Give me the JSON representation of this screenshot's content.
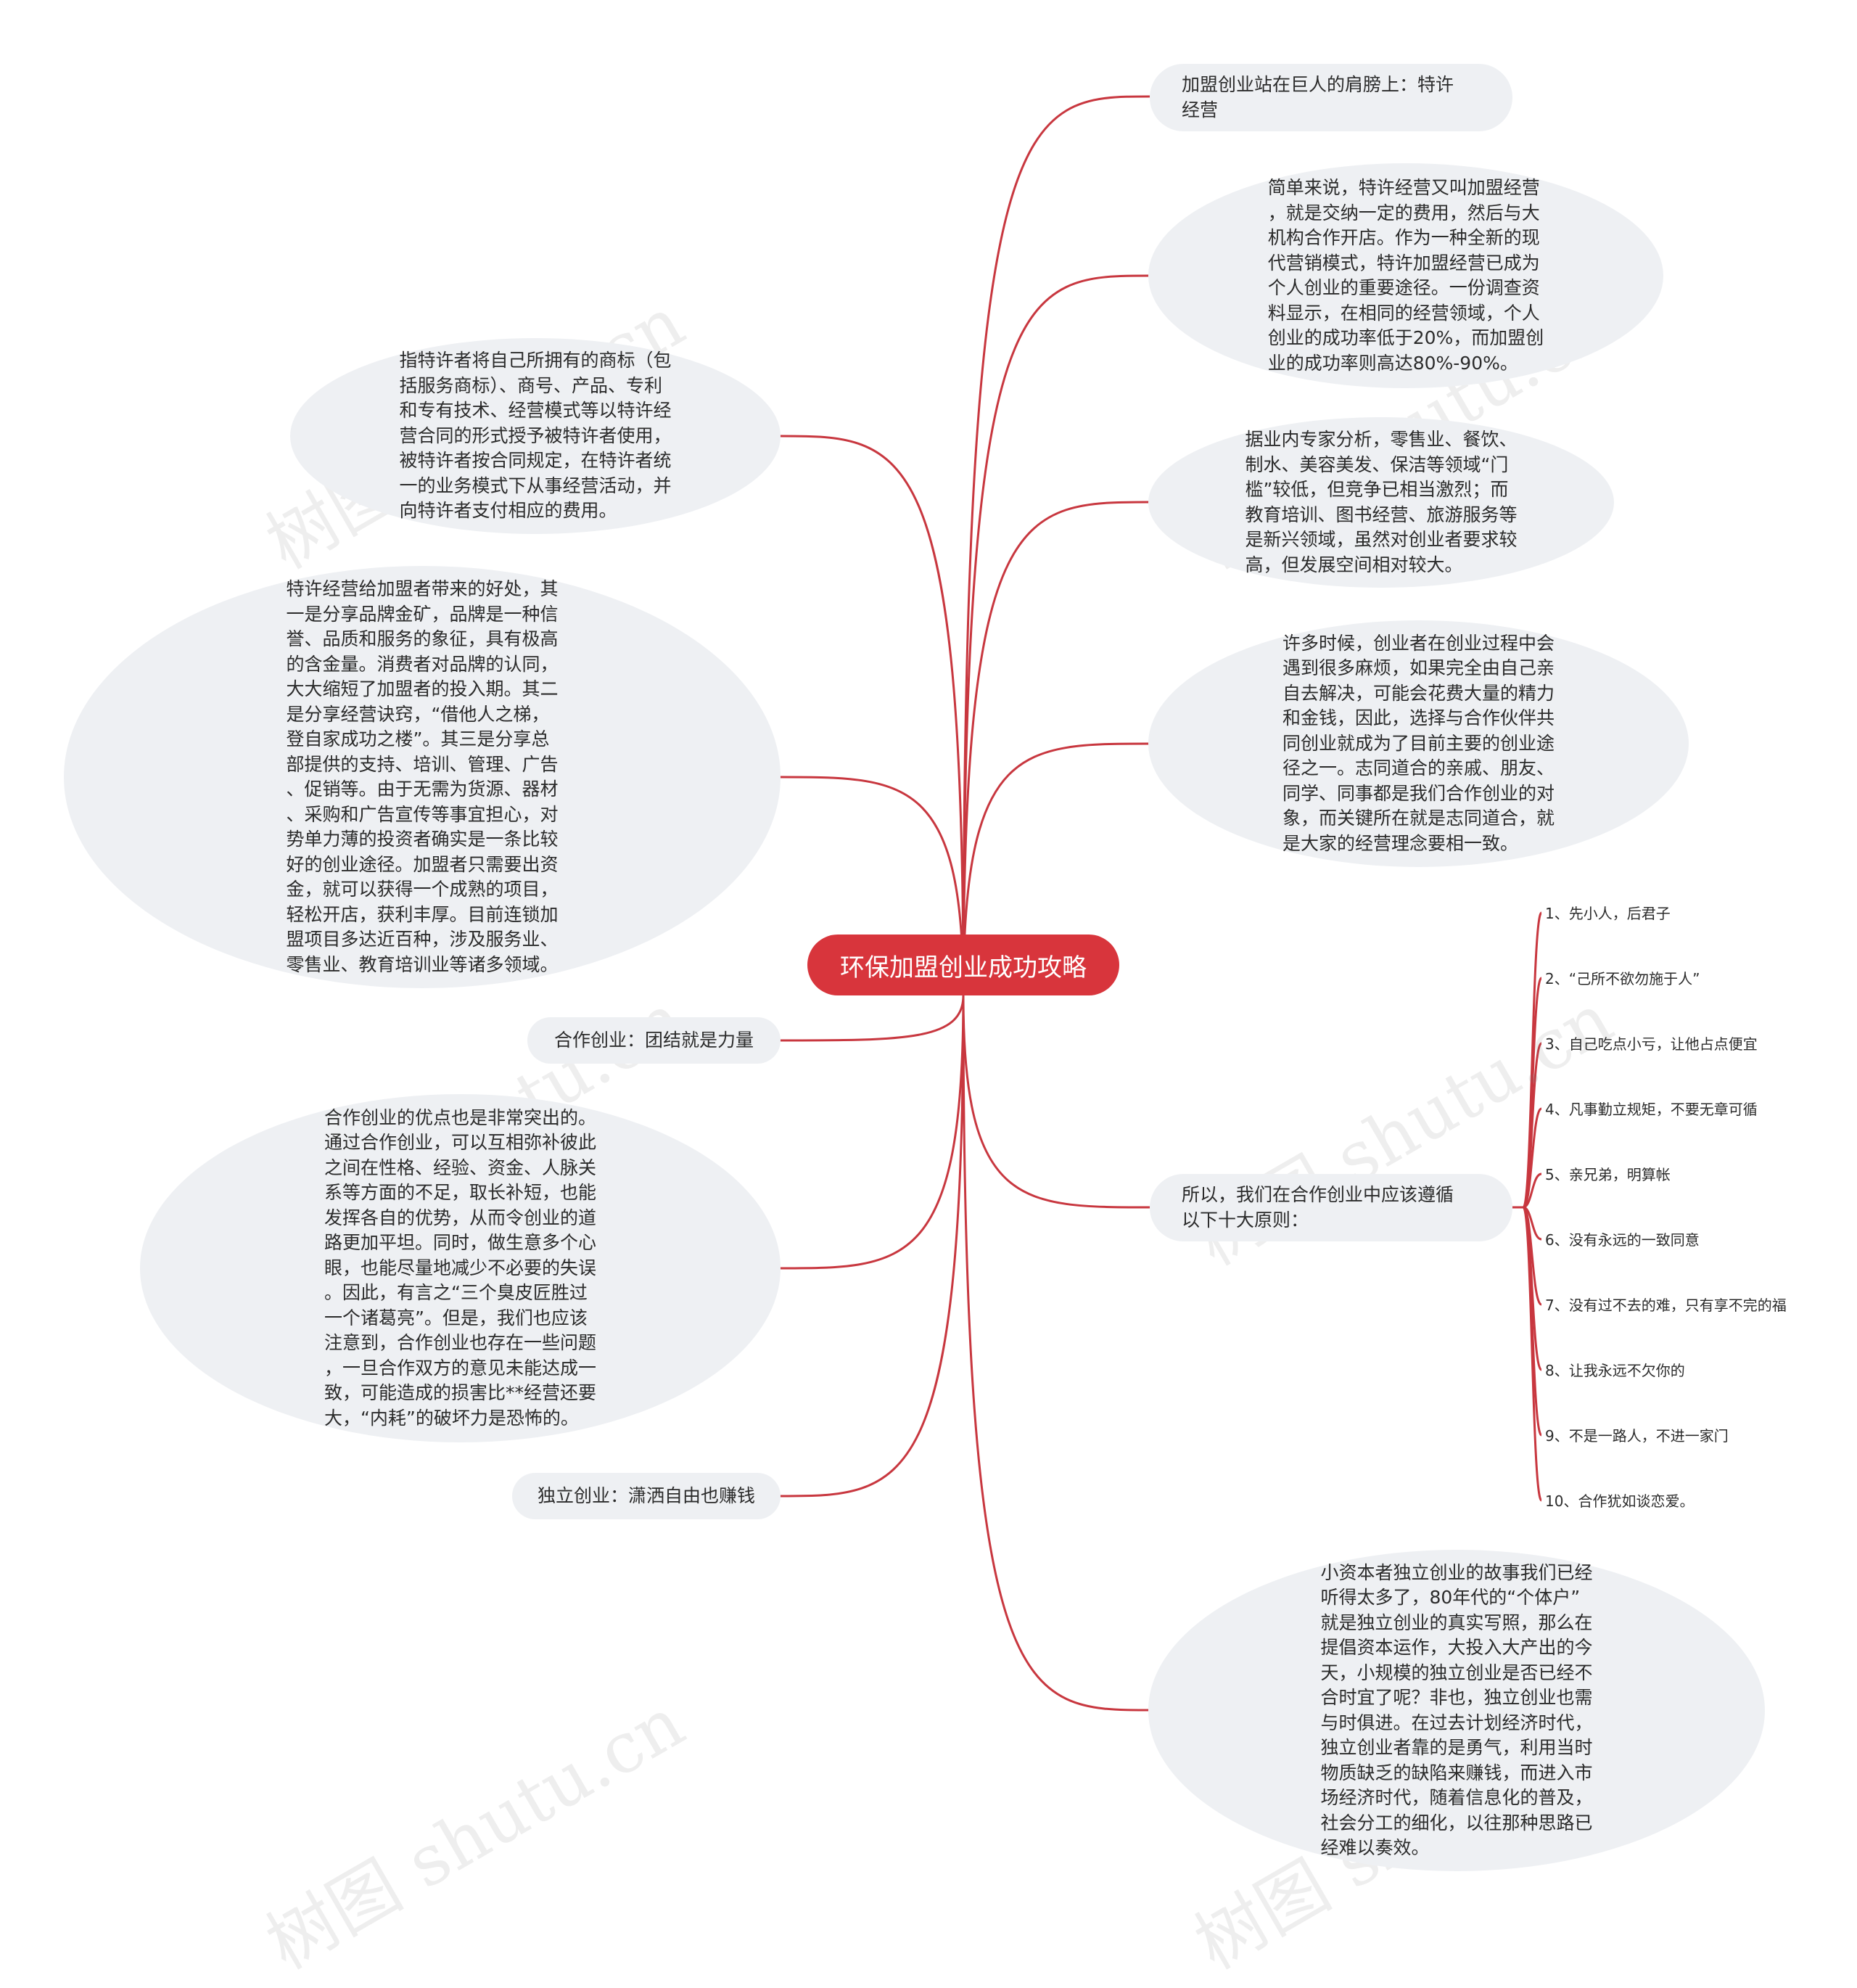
{
  "root": {
    "label": "环保加盟创业成功攻略"
  },
  "right_nodes": [
    {
      "text": "加盟创业站在巨人的肩膀上：特许\n经营"
    },
    {
      "text": "简单来说，特许经营又叫加盟经营\n，就是交纳一定的费用，然后与大\n机构合作开店。作为一种全新的现\n代营销模式，特许加盟经营已成为\n个人创业的重要途径。一份调查资\n料显示，在相同的经营领域，个人\n创业的成功率低于20%，而加盟创\n业的成功率则高达80%-90%。"
    },
    {
      "text": "据业内专家分析，零售业、餐饮、\n制水、美容美发、保洁等领域“门\n槛”较低，但竞争已相当激烈；而\n教育培训、图书经营、旅游服务等\n是新兴领域，虽然对创业者要求较\n高，但发展空间相对较大。"
    },
    {
      "text": "许多时候，创业者在创业过程中会\n遇到很多麻烦，如果完全由自己亲\n自去解决，可能会花费大量的精力\n和金钱，因此，选择与合作伙伴共\n同创业就成为了目前主要的创业途\n径之一。志同道合的亲戚、朋友、\n同学、同事都是我们合作创业的对\n象，而关键所在就是志同道合，就\n是大家的经营理念要相一致。"
    },
    {
      "text": "所以，我们在合作创业中应该遵循\n以下十大原则："
    },
    {
      "text": "小资本者独立创业的故事我们已经\n听得太多了，80年代的“个体户”\n就是独立创业的真实写照，那么在\n提倡资本运作，大投入大产出的今\n天，小规模的独立创业是否已经不\n合时宜了呢？非也，独立创业也需\n与时俱进。在过去计划经济时代，\n独立创业者靠的是勇气，利用当时\n物质缺乏的缺陷来赚钱，而进入市\n场经济时代，随着信息化的普及，\n社会分工的细化，以往那种思路已\n经难以奏效。"
    }
  ],
  "left_nodes": [
    {
      "text": "指特许者将自己所拥有的商标（包\n括服务商标）、商号、产品、专利\n和专有技术、经营模式等以特许经\n营合同的形式授予被特许者使用，\n被特许者按合同规定，在特许者统\n一的业务模式下从事经营活动，并\n向特许者支付相应的费用。"
    },
    {
      "text": "特许经营给加盟者带来的好处，其\n一是分享品牌金矿，品牌是一种信\n誉、品质和服务的象征，具有极高\n的含金量。消费者对品牌的认同，\n大大缩短了加盟者的投入期。其二\n是分享经营诀窍，“借他人之梯，\n登自家成功之楼”。其三是分享总\n部提供的支持、培训、管理、广告\n、促销等。由于无需为货源、器材\n、采购和广告宣传等事宜担心，对\n势单力薄的投资者确实是一条比较\n好的创业途径。加盟者只需要出资\n金，就可以获得一个成熟的项目，\n轻松开店，获利丰厚。目前连锁加\n盟项目多达近百种，涉及服务业、\n零售业、教育培训业等诸多领域。"
    },
    {
      "text": "合作创业：团结就是力量"
    },
    {
      "text": "合作创业的优点也是非常突出的。\n通过合作创业，可以互相弥补彼此\n之间在性格、经验、资金、人脉关\n系等方面的不足，取长补短，也能\n发挥各自的优势，从而令创业的道\n路更加平坦。同时，做生意多个心\n眼，也能尽量地减少不必要的失误\n。因此，有言之“三个臭皮匠胜过\n一个诸葛亮”。但是，我们也应该\n注意到，合作创业也存在一些问题\n，一旦合作双方的意见未能达成一\n致，可能造成的损害比**经营还要\n大，“内耗”的破坏力是恐怖的。"
    },
    {
      "text": "独立创业：潇洒自由也赚钱"
    }
  ],
  "principles": [
    "1、先小人，后君子",
    "2、“己所不欲勿施于人”",
    "3、自己吃点小亏，让他占点便宜",
    "4、凡事勤立规矩，不要无章可循",
    "5、亲兄弟，明算帐",
    "6、没有永远的一致同意",
    "7、没有过不去的难，只有享不完的福",
    "8、让我永远不欠你的",
    "9、不是一路人，不进一家门",
    "10、合作犹如谈恋爱。"
  ],
  "watermark": "树图 shutu.cn",
  "colors": {
    "line": "#c8373f",
    "root_bg": "#d8353c",
    "node_bg": "#eef0f3"
  }
}
